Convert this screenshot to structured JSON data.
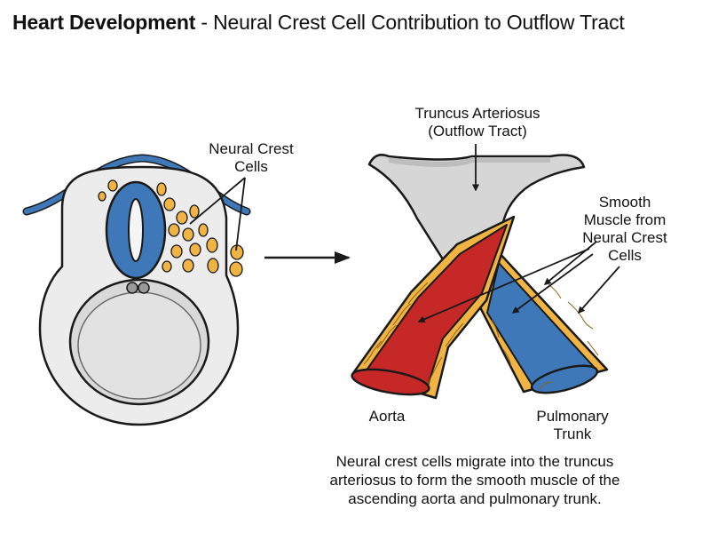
{
  "title": {
    "bold": "Heart Development",
    "separator": " - ",
    "rest": "Neural Crest Cell Contribution to Outflow Tract"
  },
  "labels": {
    "neural_crest": [
      "Neural Crest",
      "Cells"
    ],
    "truncus": [
      "Truncus Arteriosus",
      "(Outflow Tract)"
    ],
    "smooth_muscle": [
      "Smooth",
      "Muscle from",
      "Neural Crest",
      "Cells"
    ],
    "aorta": "Aorta",
    "pulmonary": [
      "Pulmonary",
      "Trunk"
    ]
  },
  "caption": [
    "Neural crest cells migrate into the truncus",
    "arteriosus to form the smooth muscle of the",
    "ascending aorta and pulmonary trunk."
  ],
  "colors": {
    "neural_tube_blue": "#3f78b8",
    "neural_crest_orange": "#f0b445",
    "aorta_red": "#c62828",
    "pulmonary_blue": "#3f78b8",
    "tissue_gray": "#d6d6d6",
    "outline": "#1a1a1a"
  }
}
